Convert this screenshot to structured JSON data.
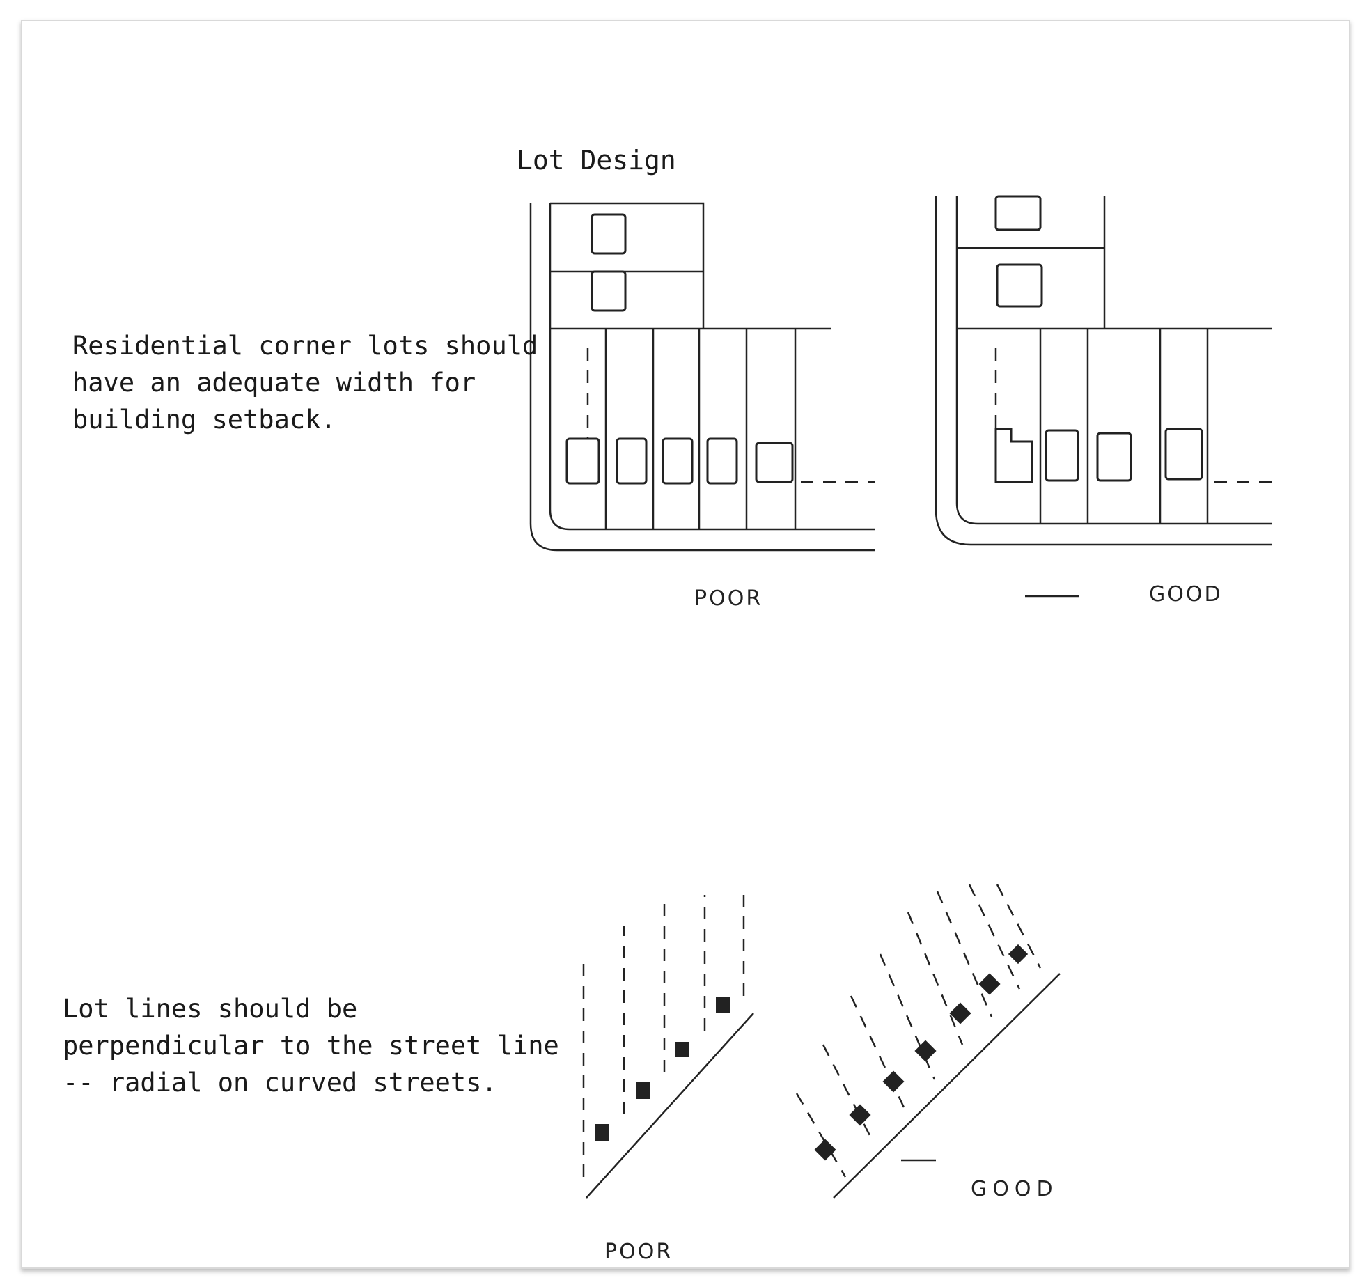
{
  "page": {
    "title": "Lot Design"
  },
  "sections": [
    {
      "caption": "Residential corner lots should have an adequate width for building setback.",
      "labels": {
        "poor": "POOR",
        "good": "GOOD"
      }
    },
    {
      "caption": "Lot lines should be perpendicular to the street line -- radial on curved streets.",
      "labels": {
        "poor": "POOR",
        "good": "GOOD"
      }
    }
  ],
  "colors": {
    "ink": "#222222",
    "paper": "#ffffff",
    "border": "#d9d9d9"
  }
}
